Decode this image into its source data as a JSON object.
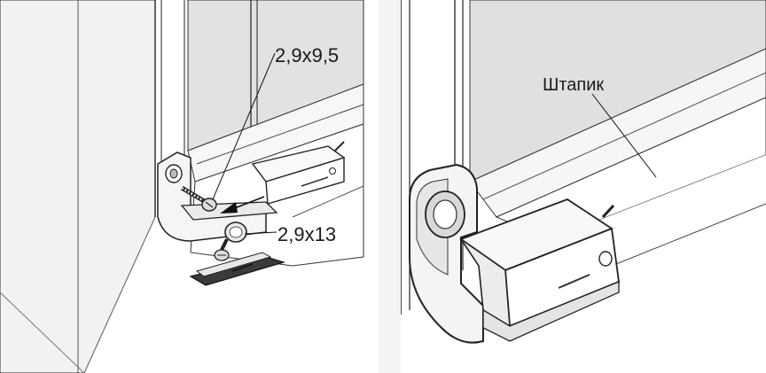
{
  "panels": [
    {
      "id": "left",
      "labels": {
        "screw_top": "2,9x9,5",
        "screw_bottom": "2,9x13"
      }
    },
    {
      "id": "right",
      "labels": {
        "bead": "Штапик"
      }
    }
  ],
  "colors": {
    "glass": "#e4e4e4",
    "frame": "#f4f4f4",
    "frame_shadow": "#d6d6d6",
    "part_body": "#ffffff",
    "part_dark": "#3a3a3a",
    "line": "#222222"
  }
}
